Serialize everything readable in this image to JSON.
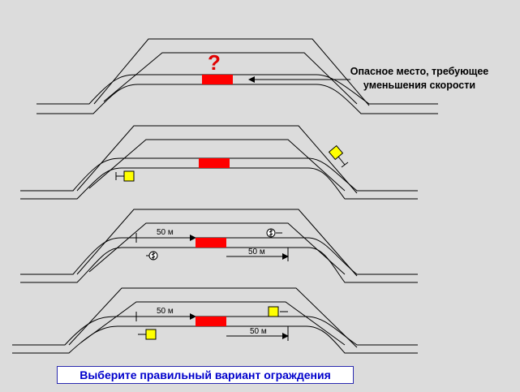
{
  "annotation": {
    "question_mark": "?",
    "dangerous_spot_note": "Опасное место, требующее уменьшения скорости"
  },
  "variants": [
    {
      "distance_labels": []
    },
    {
      "distance_labels": []
    },
    {
      "distance_labels": [
        "50 м",
        "50 м"
      ]
    },
    {
      "distance_labels": [
        "50 м",
        "50 м"
      ]
    }
  ],
  "choose_button_label": "Выберите правильный вариант ограждения",
  "colors": {
    "background": "#dcdcdc",
    "danger_zone": "#ff0000",
    "signal_plate": "#ffff00",
    "button_text": "#0000cc"
  }
}
